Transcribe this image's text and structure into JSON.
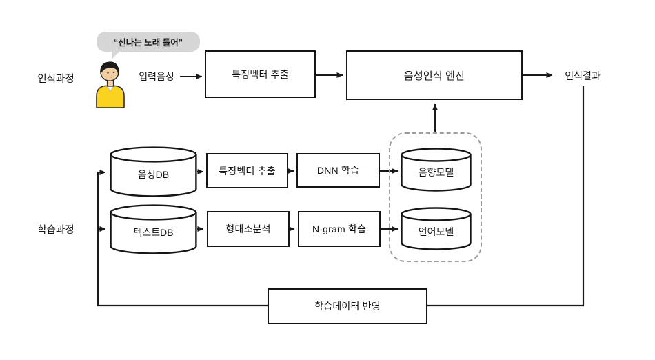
{
  "labels": {
    "recognition_process": "인식과정",
    "learning_process": "학습과정",
    "speech_bubble": "“신나는 노래 틀어”",
    "input_voice": "입력음성",
    "recognition_result": "인식결과"
  },
  "nodes": {
    "feature_extract_top": "특징벡터 추출",
    "engine": "음성인식 엔진",
    "voice_db": "음성DB",
    "feature_extract_learn": "특징벡터 추출",
    "dnn_train": "DNN 학습",
    "acoustic_model": "음향모델",
    "text_db": "텍스트DB",
    "morph_analysis": "형태소분석",
    "ngram_train": "N-gram 학습",
    "language_model": "언어모델",
    "apply_training_data": "학습데이터 반영"
  },
  "icons": {
    "speaker": "person-icon"
  },
  "colors": {
    "line": "#1a1a1a",
    "box_border": "#151515",
    "dashed_border": "#9b9b9b",
    "bubble_bg": "#d6d6d6",
    "shirt": "#f9d31f",
    "skin": "#f3cfa4",
    "hair": "#1c1c1c"
  }
}
